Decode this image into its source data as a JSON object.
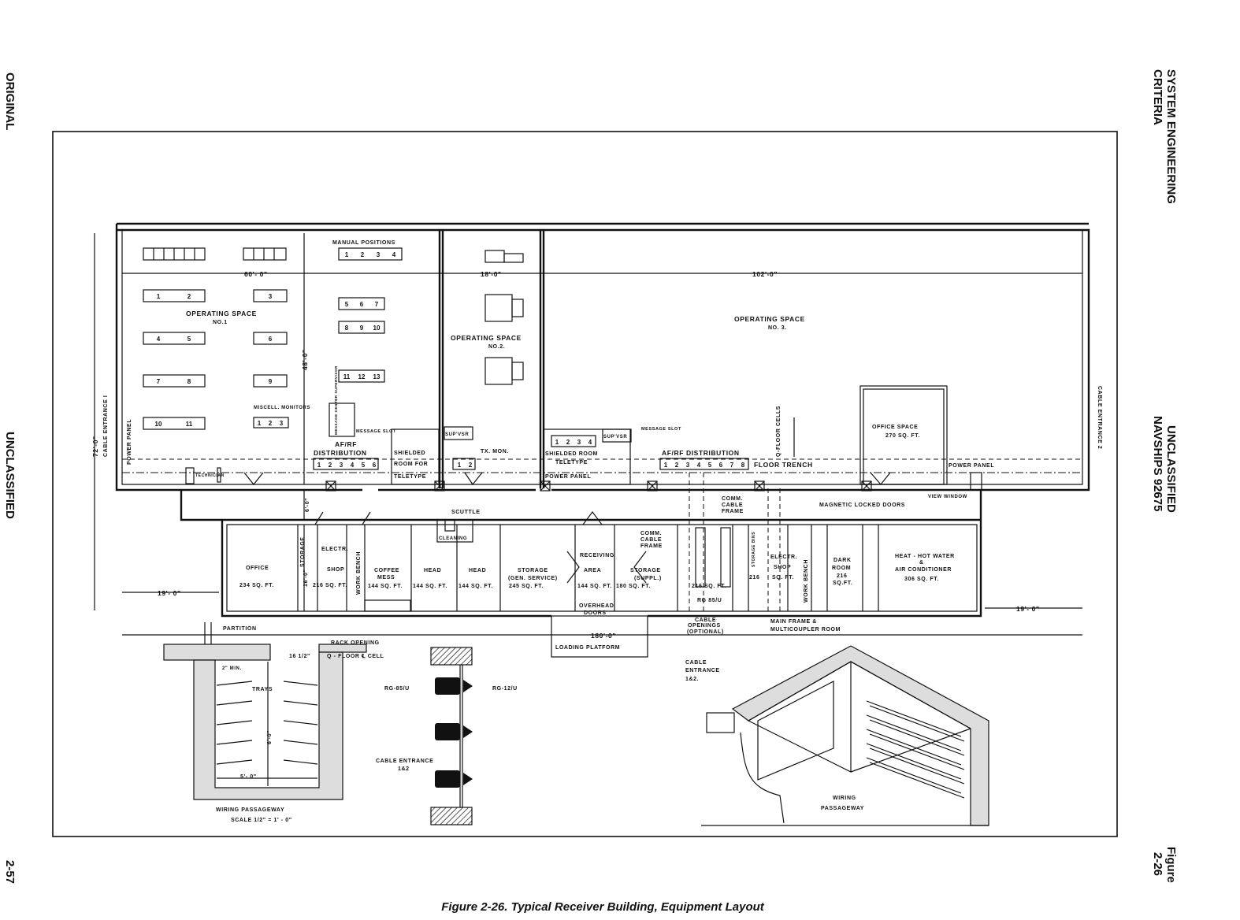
{
  "margins": {
    "left_top": "ORIGINAL",
    "left_middle": "UNCLASSIFIED",
    "left_bottom": "2-57",
    "right_top_line1": "SYSTEM ENGINEERING",
    "right_top_line2": "CRITERIA",
    "right_middle_line1": "UNCLASSIFIED",
    "right_middle_line2": "NAVSHIPS 92675",
    "right_bottom_line1": "Figure",
    "right_bottom_line2": "2-26"
  },
  "caption": "Figure 2-26.  Typical Receiver Building, Equipment Layout",
  "floor_plan": {
    "dim_60": "60'- 0\"",
    "dim_18": "18'-0\"",
    "dim_102": "102'-0\"",
    "dim_48": "48'-0\"",
    "dim_72": "72'-0\"",
    "dim_6": "6'-0\"",
    "dim_16": "16'-0\"",
    "dim_19_left": "19'- 0\"",
    "dim_19_right": "19'- 0\"",
    "dim_180": "180'-0\"",
    "cable_entrance_1": "CABLE ENTRANCE I",
    "cable_entrance_2": "CABLE ENTRANCE 2",
    "power_panel_left": "POWER PANEL",
    "technician": "TECHNICIAN",
    "op1_line1": "OPERATING  SPACE",
    "op1_line2": "NO.1",
    "op1_consoles": [
      "1",
      "2",
      "3",
      "4",
      "5",
      "6",
      "7",
      "8",
      "9",
      "10",
      "11"
    ],
    "misc_monitors": "MISCELL. MONITORS",
    "misc_monitor_nums": [
      "1",
      "2",
      "3"
    ],
    "manual_positions": "MANUAL POSITIONS",
    "manual_nums": [
      "1",
      "2",
      "3",
      "4",
      "5",
      "6",
      "7",
      "8",
      "9",
      "10",
      "11",
      "12",
      "13"
    ],
    "message_center_supervisor": "MESSAGE CENTER SUPERVISOR",
    "message_slot_1": "MESSAGE SLOT",
    "afrf_dist_1_line1": "AF/RF",
    "afrf_dist_1_line2": "DISTRIBUTION",
    "afrf_nums_1": [
      "1",
      "2",
      "3",
      "4",
      "5",
      "6"
    ],
    "shielded_teletype": [
      "SHIELDED",
      "ROOM FOR",
      "TELETYPE"
    ],
    "supvsr_1": "SUP'VSR",
    "tx_mon": "TX. MON.",
    "tx_nums": [
      "1",
      "2"
    ],
    "op2_line1": "OPERATING  SPACE",
    "op2_line2": "NO.2.",
    "shielded_room_2": [
      "SHIELDED ROOM",
      "TELETYPE"
    ],
    "teletype_nums": [
      "1",
      "2",
      "3",
      "4"
    ],
    "supvsr_2": "SUP'VSR",
    "message_slot_2": "MESSAGE SLOT",
    "power_panel_center": "POWER PANEL",
    "op3_line1": "OPERATING  SPACE",
    "op3_line2": "NO. 3.",
    "afrf_dist_2": "AF/RF  DISTRIBUTION",
    "afrf_nums_2": [
      "1",
      "2",
      "3",
      "4",
      "5",
      "6",
      "7",
      "8"
    ],
    "floor_trench": "FLOOR  TRENCH",
    "q_floor_cells": "Q-FLOOR CELLS",
    "office_space_line1": "OFFICE  SPACE",
    "office_space_line2": "270 SQ. FT.",
    "power_panel_right": "POWER PANEL",
    "view_window": "VIEW WINDOW",
    "magnetic_doors": "MAGNETIC LOCKED DOORS",
    "scuttle": "SCUTTLE",
    "cleaning": "CLEANING",
    "office": [
      "OFFICE",
      "234 SQ. FT."
    ],
    "storage_vert": "STORAGE",
    "electr_shop": [
      "ELECTR.",
      "SHOP",
      "216 SQ. FT."
    ],
    "work_bench": "WORK BENCH",
    "coffee_mess": [
      "COFFEE",
      "MESS",
      "144 SQ. FT."
    ],
    "head_1": [
      "HEAD",
      "144 SQ. FT."
    ],
    "head_2": [
      "HEAD",
      "144 SQ. FT."
    ],
    "storage_gen": [
      "STORAGE",
      "(GEN. SERVICE)",
      "245 SQ. FT."
    ],
    "receiving": [
      "RECEIVING",
      "AREA",
      "144 SQ. FT."
    ],
    "overhead_doors": [
      "OVERHEAD",
      "DOORS"
    ],
    "storage_suppl": [
      "STORAGE",
      "(SUPPL.)",
      "180 SQ. FT."
    ],
    "comm_cable_frame_1": [
      "COMM.",
      "CABLE",
      "FRAME"
    ],
    "comm_cable_frame_2": [
      "COMM.",
      "CABLE",
      "FRAME"
    ],
    "main_frame_area": [
      "216  SQ. FT.",
      "RG 85/U"
    ],
    "storage_bins": "STORAGE BINS",
    "storage_bins_area": "216",
    "electr_shop_2": [
      "ELECTR.",
      "SHOP",
      "SQ. FT."
    ],
    "work_bench_2": "WORK BENCH",
    "dark_room": [
      "DARK",
      "ROOM",
      "216",
      "SQ.FT."
    ],
    "heat": [
      "HEAT - HOT WATER",
      "&",
      "AIR CONDITIONER",
      "306 SQ. FT."
    ],
    "cable_openings": [
      "CABLE",
      "OPENINGS",
      "(OPTIONAL)"
    ],
    "main_frame_room": [
      "MAIN FRAME &",
      "MULTICOUPLER ROOM"
    ],
    "loading_platform": "LOADING PLATFORM",
    "partition": "PARTITION"
  },
  "section": {
    "rack_opening": "RACK OPENING",
    "dim_16": "16 1/2\"",
    "q_floor_cell": "Q - FLOOR ℄ CELL",
    "two_min": "2\" MIN.",
    "trays": "TRAYS",
    "dim_6": "6'-0\"",
    "dim_5": "5'- 0\"",
    "title": "WIRING  PASSAGEWAY",
    "scale": "SCALE 1/2\" = 1' - 0\""
  },
  "cable_detail": {
    "rg85": "RG-85/U",
    "rg12": "RG-12/U",
    "label_line1": "CABLE ENTRANCE",
    "label_line2": "1&2"
  },
  "isometric": {
    "label_line1": "CABLE",
    "label_line2": "ENTRANCE",
    "label_line3": "1&2.",
    "passage_line1": "WIRING",
    "passage_line2": "PASSAGEWAY"
  }
}
